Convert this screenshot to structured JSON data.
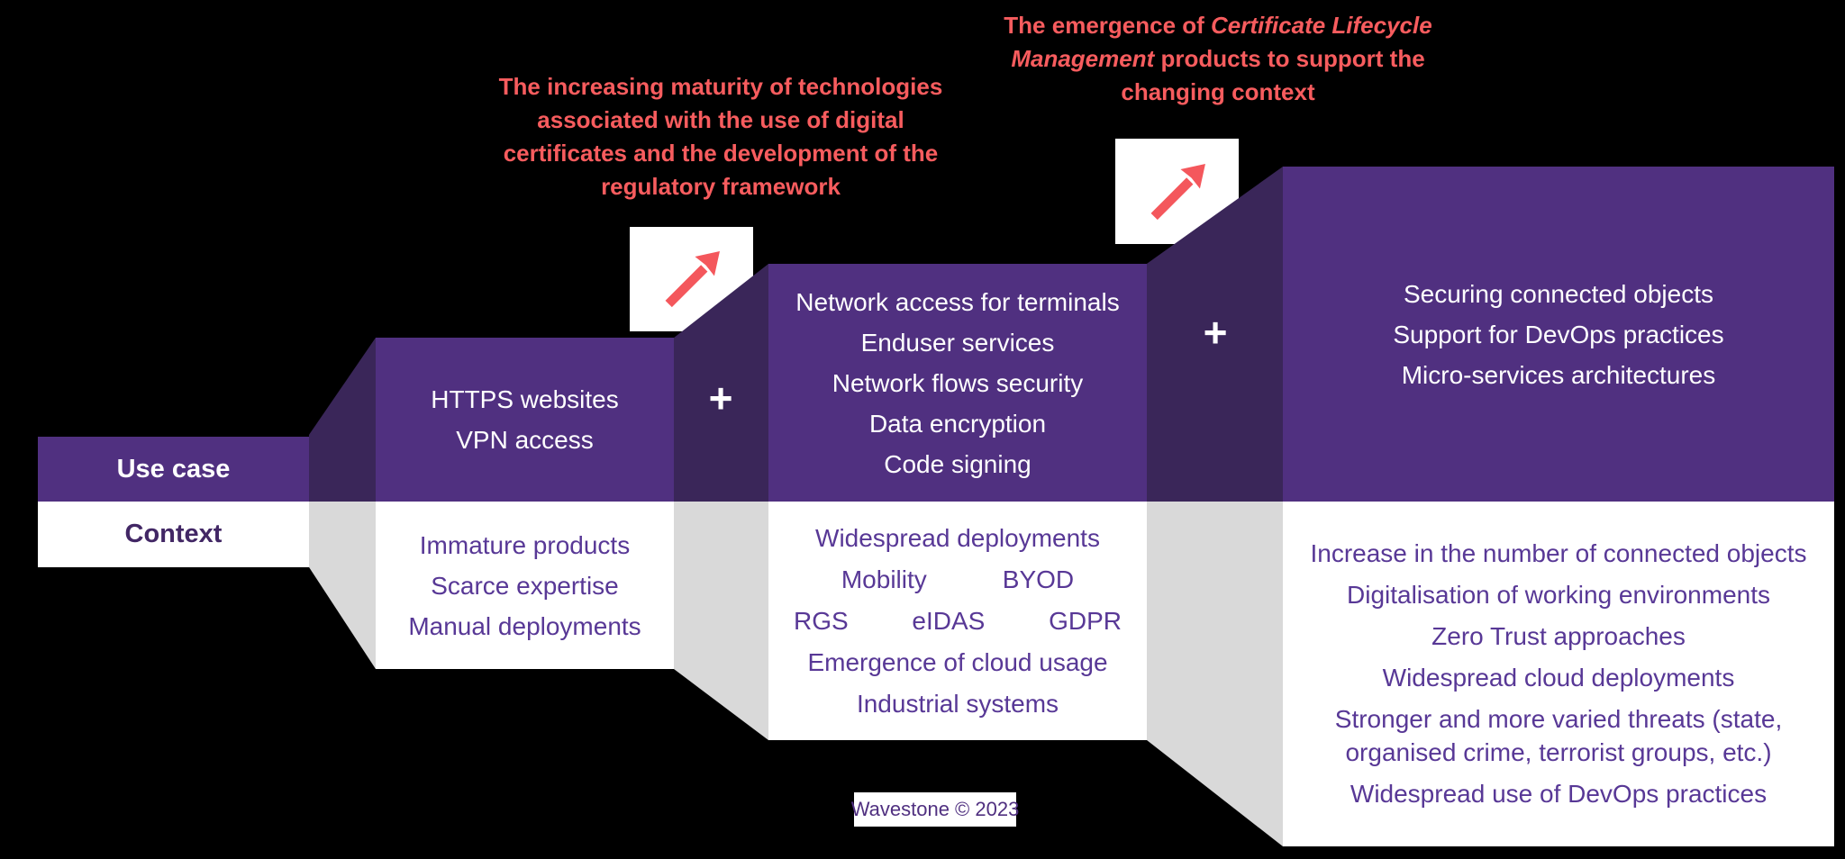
{
  "annotations": {
    "maturity": {
      "lines": [
        "The increasing maturity of technologies",
        "associated with the use of digital",
        "certificates and the development of the",
        "regulatory framework"
      ]
    },
    "clm": {
      "prefix": "The emergence of ",
      "italic": "Certificate Lifecycle Management",
      "suffix": " products to support the changing context"
    }
  },
  "row_labels": {
    "use_case": "Use case",
    "context": "Context"
  },
  "connectors": {
    "plus": "+",
    "arrow_icon": "up-right-arrow"
  },
  "stages": [
    {
      "use_case_lines": [
        "HTTPS websites",
        "VPN access"
      ],
      "context_lines": [
        "Immature products",
        "Scarce expertise",
        "Manual deployments"
      ]
    },
    {
      "use_case_lines": [
        "Network access for terminals",
        "Enduser services",
        "Network flows security",
        "Data encryption",
        "Code signing"
      ],
      "context_rows": {
        "row1": "Widespread deployments",
        "row2": [
          "Mobility",
          "BYOD"
        ],
        "row3": [
          "RGS",
          "eIDAS",
          "GDPR"
        ],
        "row4": "Emergence of cloud usage",
        "row5": "Industrial systems"
      }
    },
    {
      "use_case_lines": [
        "Securing connected objects",
        "Support for DevOps practices",
        "Micro-services architectures"
      ],
      "context_lines": [
        "Increase in the number of connected objects",
        "Digitalisation of working environments",
        "Zero Trust approaches",
        "Widespread cloud deployments",
        "Stronger and more varied threats (state,",
        "organised crime, terrorist groups, etc.)",
        "Widespread use of DevOps practices"
      ]
    }
  ],
  "footer": {
    "credit": "Wavestone © 2023"
  },
  "colors": {
    "background": "#000000",
    "main_purple": "#503080",
    "dark_purple": "#3a2659",
    "light_gray": "#d9d9d9",
    "coral_red": "#f75c5e",
    "text_purple": "#583896"
  }
}
